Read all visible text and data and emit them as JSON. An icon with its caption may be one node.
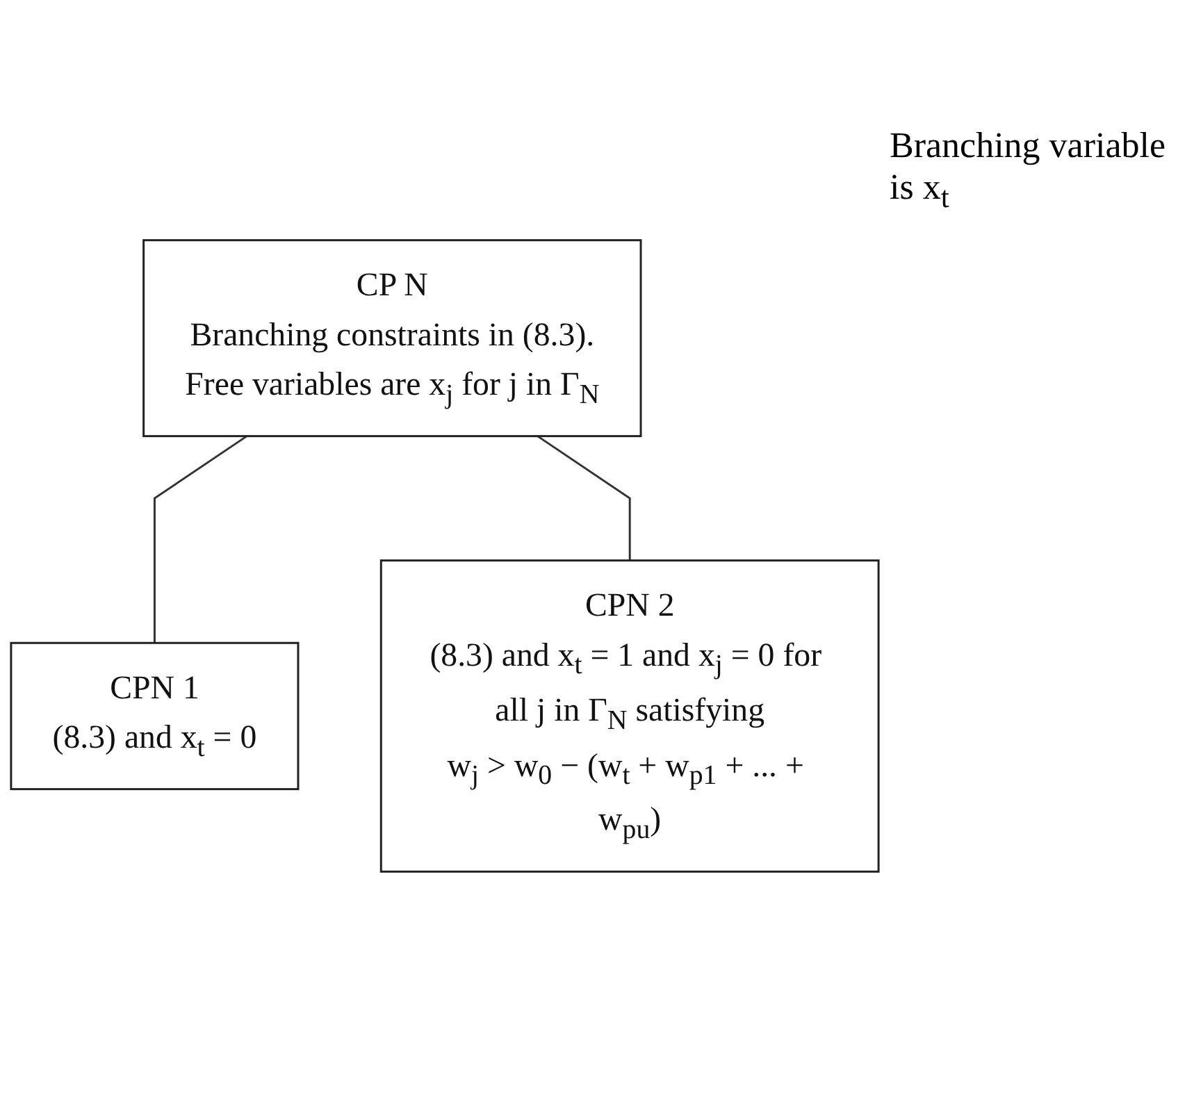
{
  "diagram": {
    "nodes": [
      {
        "text": [
          "CP N",
          "Branching constraints in (8.3).",
          "Free variables are x$_{j}$ for j in Γ$_{N}$"
        ]
      },
      {
        "text": [
          "CPN 1",
          "(8.3) and x$_{t}$ = 0"
        ]
      },
      {
        "text": [
          "CPN 2",
          "(8.3) and x$_{t}$ = 1 and x$_{j}$ = 0 for all j in Γ$_{N}$ satisfying",
          "w$_{j}$ > w$_{0}$ − (w$_{t}$ + w$_{p1}$ + ... + w$_{pu}$)"
        ]
      }
    ],
    "edges": [
      {
        "from": 0,
        "to": 1,
        "arrow": "none"
      },
      {
        "from": 0,
        "to": 2,
        "arrow": "none"
      }
    ],
    "labels": [
      "Branching variable is x$_{t}$"
    ]
  }
}
